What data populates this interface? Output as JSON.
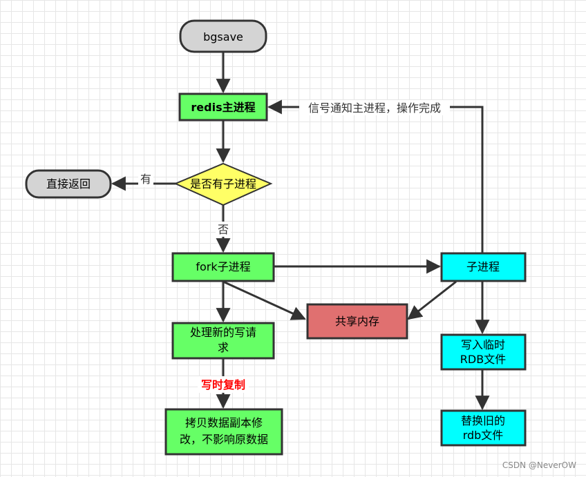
{
  "nodes": {
    "bgsave": "bgsave",
    "redis_main": "redis主进程",
    "decision": "是否有子进程",
    "direct_return": "直接返回",
    "fork": "fork子进程",
    "child": "子进程",
    "shared_memory": "共享内存",
    "handle_writes_line1": "处理新的写请",
    "handle_writes_line2": "求",
    "write_temp_line1": "写入临时",
    "write_temp_line2": "RDB文件",
    "replace_line1": "替换旧的",
    "replace_line2": "rdb文件",
    "copy_line1": "拷贝数据副本修",
    "copy_line2": "改，不影响原数据"
  },
  "edges": {
    "yes_label": "有",
    "no_label": "否",
    "signal_label": "信号通知主进程，操作完成",
    "cow_label": "写时复制"
  },
  "colors": {
    "gray": "#d4d4d4",
    "green": "#66ff66",
    "yellow": "#ffff66",
    "cyan": "#00ffff",
    "red": "#e07070",
    "stroke": "#333333"
  },
  "watermark": "CSDN @NeverOW"
}
